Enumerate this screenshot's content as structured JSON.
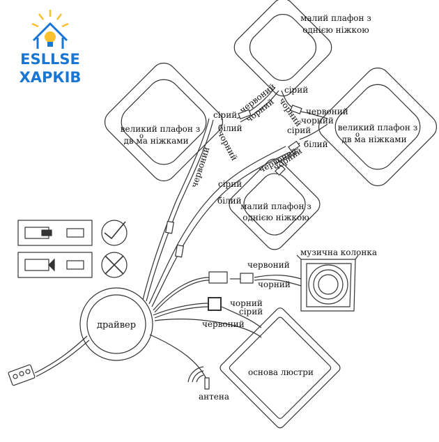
{
  "logo": {
    "brand": "ESLLSE",
    "city": "ХАРКІВ",
    "colors": {
      "blue": "#1976d2",
      "yellow": "#fbc02d"
    }
  },
  "labels": {
    "small_lamp_top": [
      "малий плафон з",
      "однією ніжкою"
    ],
    "big_lamp_left": [
      "великий плафон з",
      "дв  ма ніжками",
      "о"
    ],
    "big_lamp_right": [
      "великий плафон з",
      "дв  ма ніжками",
      "о"
    ],
    "small_lamp_mid": [
      "малий плафон з",
      "однією ніжкою"
    ],
    "speaker": "музична колонка",
    "driver": "драйвер",
    "base": "основа люстри",
    "antenna": "антена"
  },
  "wires": {
    "grey": "сірий",
    "black": "чорний",
    "red": "червоний",
    "white": "білий"
  }
}
